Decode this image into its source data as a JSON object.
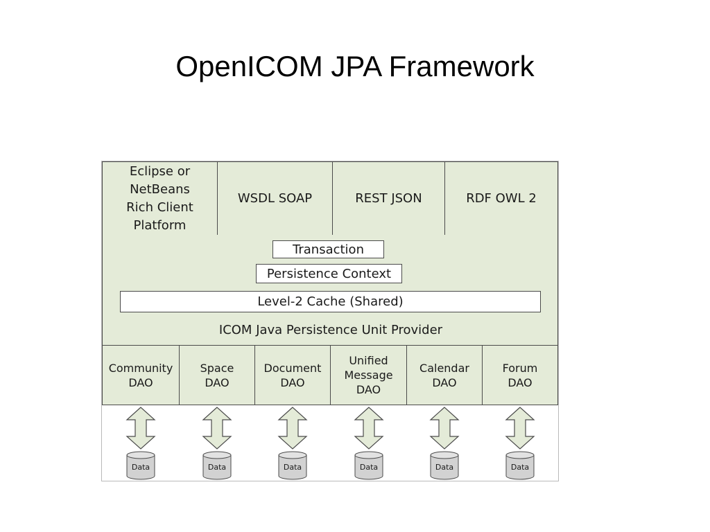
{
  "slide": {
    "title": "OpenICOM JPA Framework"
  },
  "top_layer": [
    {
      "label": "Eclipse or\nNetBeans\nRich Client\nPlatform"
    },
    {
      "label": "WSDL SOAP"
    },
    {
      "label": "REST JSON"
    },
    {
      "label": "RDF OWL 2"
    }
  ],
  "middle_layer": {
    "transaction": "Transaction",
    "persistence_context": "Persistence Context",
    "cache": "Level-2 Cache (Shared)",
    "provider": "ICOM Java Persistence Unit Provider"
  },
  "dao_layer": [
    {
      "label": "Community\nDAO"
    },
    {
      "label": "Space\nDAO"
    },
    {
      "label": "Document\nDAO"
    },
    {
      "label": "Unified\nMessage\nDAO"
    },
    {
      "label": "Calendar\nDAO"
    },
    {
      "label": "Forum\nDAO"
    }
  ],
  "data_stores": [
    {
      "label": "Data"
    },
    {
      "label": "Data"
    },
    {
      "label": "Data"
    },
    {
      "label": "Data"
    },
    {
      "label": "Data"
    },
    {
      "label": "Data"
    }
  ],
  "colors": {
    "layer_fill": "#e4ebd8",
    "border": "#4a4a4a",
    "arrow_fill": "#e4ebd8",
    "cylinder_fill": "#d2d2d2"
  },
  "icons": {
    "arrow": "double-headed-arrow-icon",
    "data_store": "database-cylinder-icon"
  }
}
